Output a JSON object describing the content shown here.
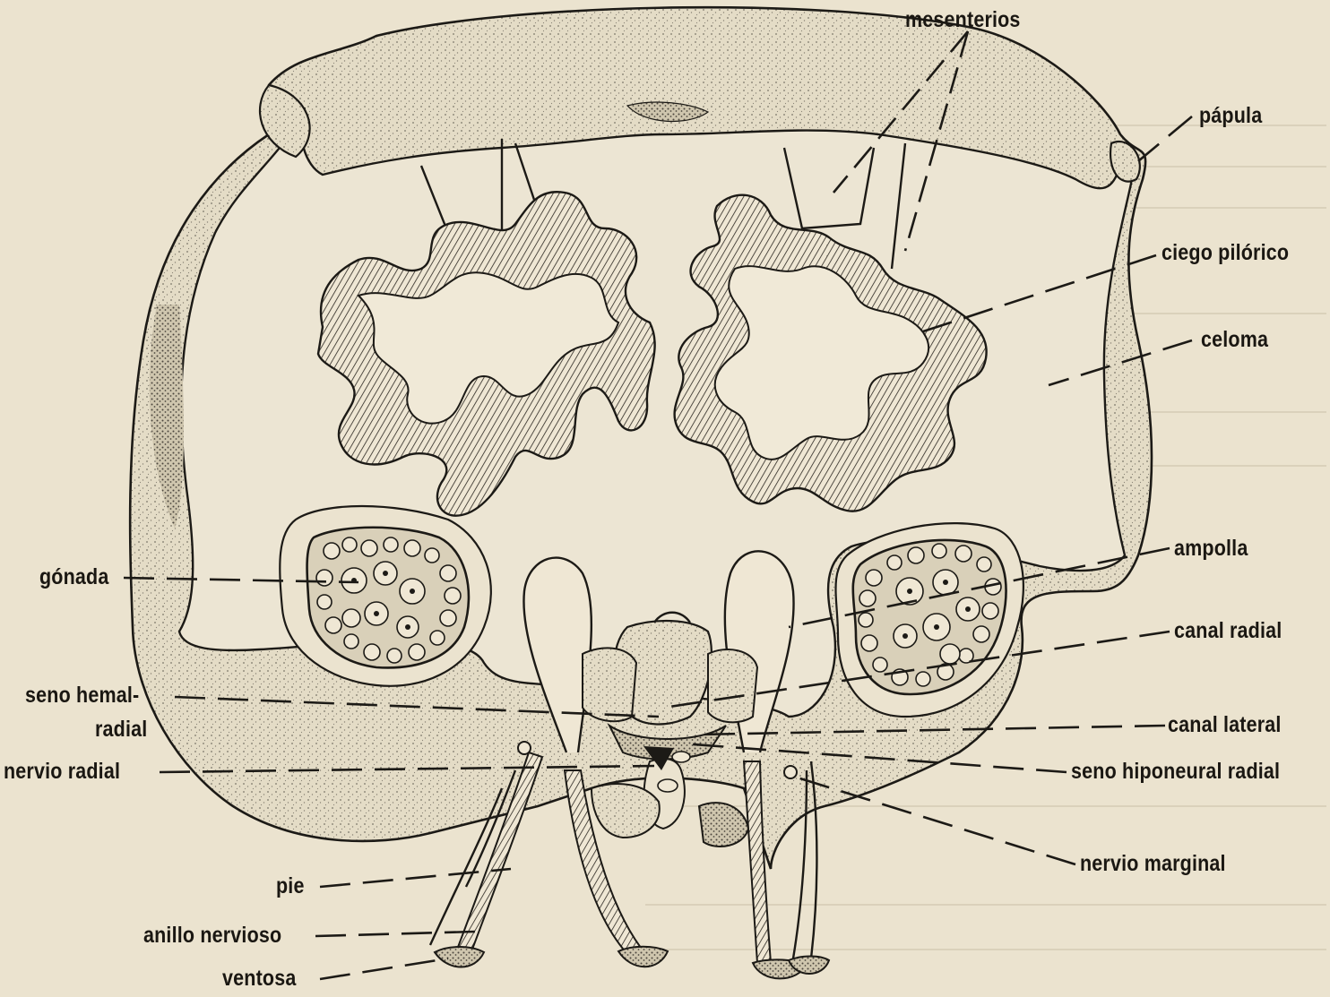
{
  "colors": {
    "paper": "#ebe3cf",
    "ink": "#1c1a16",
    "stipple": "#7a7468"
  },
  "labels": {
    "mesenterios": "mesenterios",
    "papula": "pápula",
    "ciego_pilorico": "ciego pilórico",
    "celoma": "celoma",
    "ampolla": "ampolla",
    "canal_radial": "canal radial",
    "canal_lateral": "canal lateral",
    "seno_hiponeural_radial": "seno hiponeural radial",
    "nervio_marginal": "nervio marginal",
    "gonada": "gónada",
    "seno_hemal_line1": "seno hemal-",
    "seno_hemal_line2": "radial",
    "nervio_radial": "nervio radial",
    "pie": "pie",
    "anillo_nervioso": "anillo nervioso",
    "ventosa": "ventosa"
  }
}
